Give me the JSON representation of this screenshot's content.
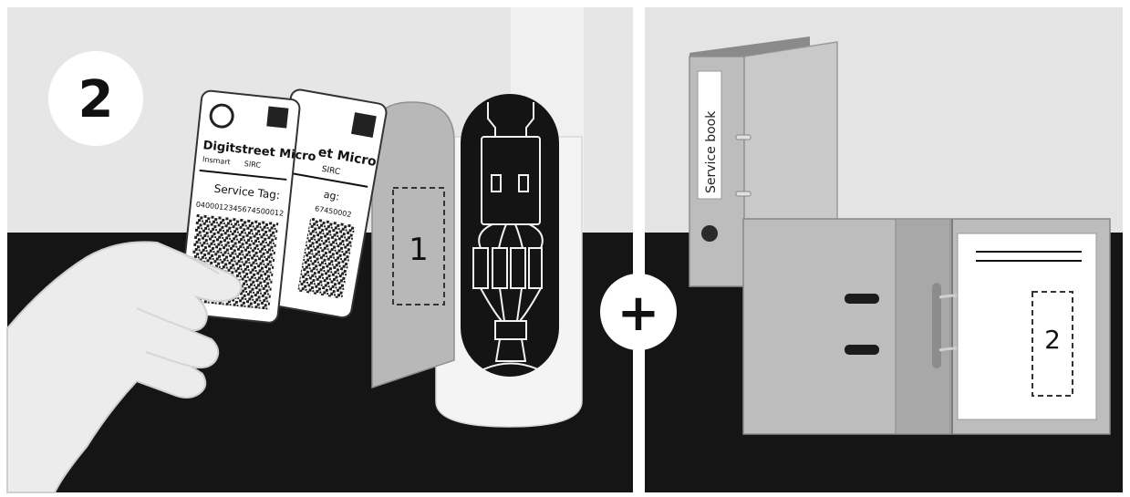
{
  "step_badge": "2",
  "tag_front": {
    "brand_line": "Digitstreet Micro",
    "sub_left": "Insmart",
    "sub_right": "SIRC",
    "service_tag_label": "Service Tag:",
    "service_tag_value": "0400012345674500012"
  },
  "tag_back": {
    "brand_line": "et Micro",
    "sub_right": "SIRC",
    "service_tag_label": "ag:",
    "service_tag_value": "67450002"
  },
  "label_slot_1": "1",
  "plus_sign": "+",
  "binder_spine_label": "Service book",
  "label_slot_2": "2",
  "colors": {
    "floor": "#151515",
    "wall_left": "#e6e6e6",
    "wall_right": "#e4e4e4",
    "binder": "#bdbdbd",
    "binder_dark": "#9e9e9e",
    "page_white": "#ffffff"
  }
}
